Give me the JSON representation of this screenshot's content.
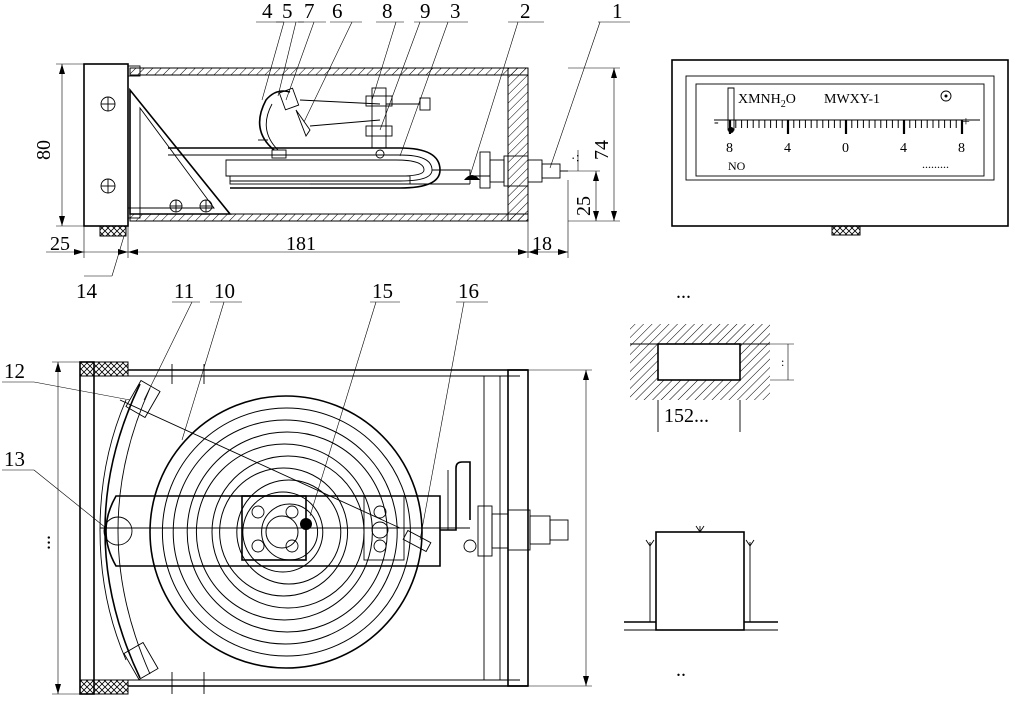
{
  "part_numbers": [
    "1",
    "2",
    "3",
    "4",
    "5",
    "6",
    "7",
    "8",
    "9",
    "10",
    "11",
    "12",
    "13",
    "14",
    "15",
    "16"
  ],
  "dimensions": {
    "height_80": "80",
    "height_74": "74",
    "offset_25_left": "25",
    "length_181": "181",
    "offset_18": "18",
    "offset_25_right": "25",
    "dots_right": "∴",
    "left_vertical_dots": "..."
  },
  "gauge_face": {
    "brand": "XMNH",
    "brand_subscript": "2",
    "brand_suffix": "O",
    "model": "MWXY-1",
    "minus": "-",
    "plus": "+",
    "scale_labels": [
      "8",
      "4",
      "0",
      "4",
      "8"
    ],
    "bottom_left": "NO",
    "bottom_right": "........."
  },
  "cutout": {
    "top_ellipsis": "...",
    "width_label": "152...",
    "side_label": ":"
  },
  "mounting": {
    "bottom_ellipsis": ".."
  }
}
